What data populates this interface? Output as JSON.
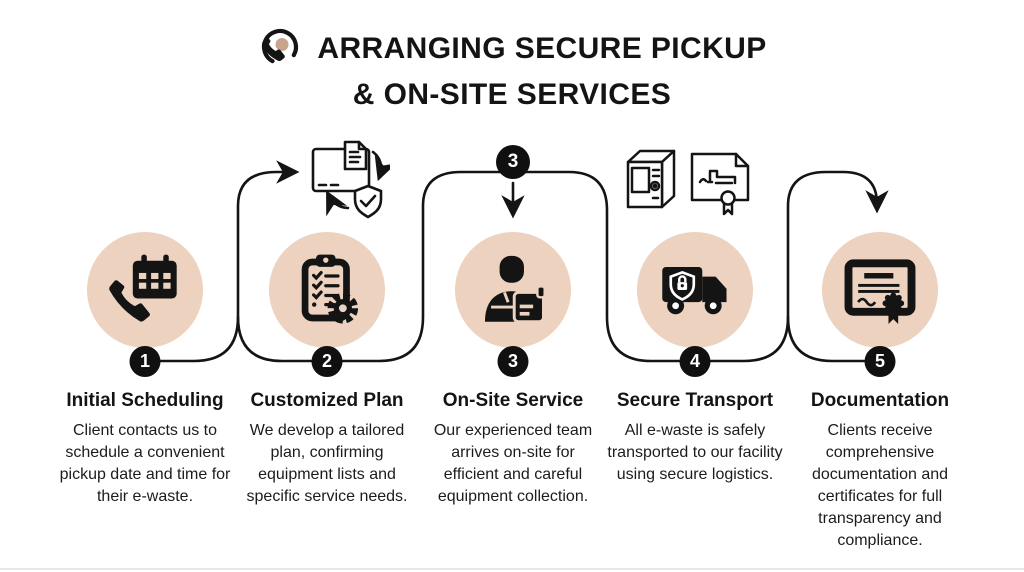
{
  "header": {
    "title_line1": "ARRANGING SECURE PICKUP",
    "title_line2": "& ON-SITE SERVICES",
    "icon": "phone-call-icon"
  },
  "colors": {
    "ink": "#141414",
    "circle_bg": "#ecd2bf",
    "badge_bg": "#101010",
    "badge_text": "#ffffff",
    "accent_dot": "#c9a38c"
  },
  "flow": {
    "top_badge_number": "3",
    "decoration_icons": [
      "monitor-shield-sync-icon",
      "tower-certificate-icon"
    ],
    "arrows": "badge1->plan-icon, badge2->top-badge3->badge4, top-badge3->circle3, badge4->circle5"
  },
  "steps": [
    {
      "number": "1",
      "title": "Initial Scheduling",
      "description": "Client contacts us to schedule a convenient pickup date and time for their e-waste.",
      "icon": "phone-calendar-icon"
    },
    {
      "number": "2",
      "title": "Customized Plan",
      "description": "We develop a tailored plan, confirming equipment lists and specific service needs.",
      "icon": "clipboard-gear-icon"
    },
    {
      "number": "3",
      "title": "On-Site Service",
      "description": "Our experienced team arrives on-site for efficient and careful equipment collection.",
      "icon": "technician-box-icon"
    },
    {
      "number": "4",
      "title": "Secure Transport",
      "description": "All e-waste is safely transported to our facility using secure logistics.",
      "icon": "secure-truck-icon"
    },
    {
      "number": "5",
      "title": "Documentation",
      "description": "Clients receive comprehensive documentation and certificates for full transparency and compliance.",
      "icon": "certificate-icon"
    }
  ]
}
